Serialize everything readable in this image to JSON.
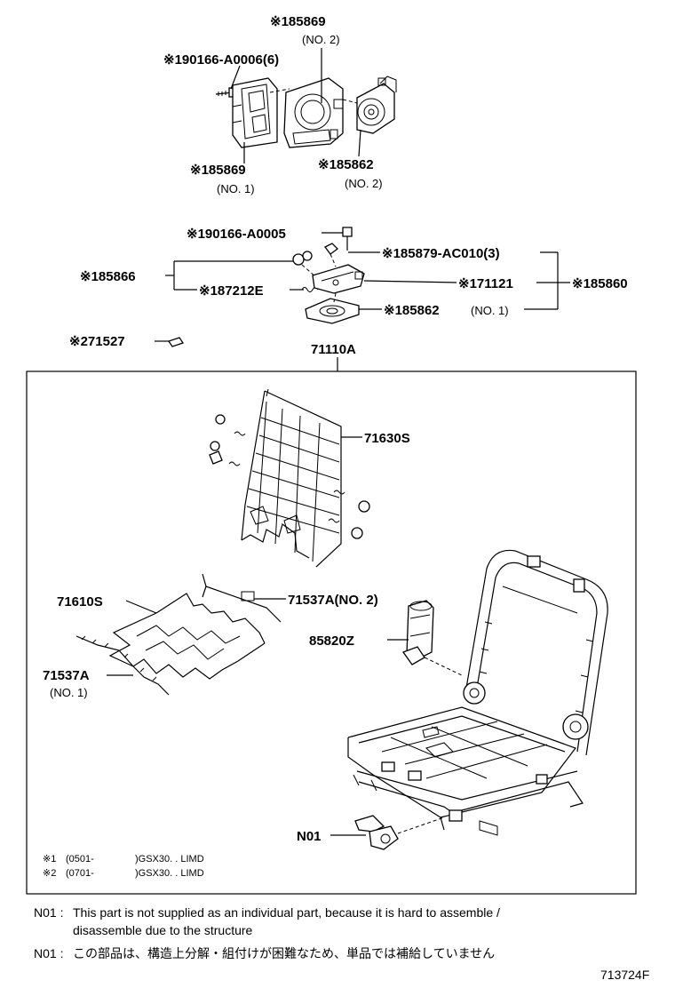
{
  "callouts": {
    "p185869_no2": {
      "code": "※185869",
      "sub": "(NO. 2)"
    },
    "p190166_a0006": "※190166-A0006(6)",
    "p185869_no1": {
      "code": "※185869",
      "sub": "(NO. 1)"
    },
    "p185862_no2": {
      "code": "※185862",
      "sub": "(NO. 2)"
    },
    "p190166_a0005": "※190166-A0005",
    "p185879_ac010": "※185879-AC010(3)",
    "p185866": "※185866",
    "p187212e": "※187212E",
    "p171121": "※171121",
    "p185860": "※185860",
    "p185862_no1": {
      "code": "※185862",
      "sub": "(NO. 1)"
    },
    "p271527": "※271527",
    "p71110a": "71110A",
    "p71630s": "71630S",
    "p71610s": "71610S",
    "p71537a_no2": "71537A(NO. 2)",
    "p85820z": "85820Z",
    "p71537a_no1": {
      "code": "71537A",
      "sub": "(NO. 1)"
    },
    "n01": "N01"
  },
  "legend": {
    "row1": {
      "mark": "※1",
      "range": "(0501-",
      "model": ")GSX30. . LIMD"
    },
    "row2": {
      "mark": "※2",
      "range": "(0701-",
      "model": ")GSX30. . LIMD"
    }
  },
  "notes": {
    "en_label": "N01 :",
    "en_line1": "This part is not supplied as an individual part, because it is hard to assemble /",
    "en_line2": "disassemble due to the structure",
    "jp_label": "N01 :",
    "jp_line1": "この部品は、構造上分解・組付けが困難なため、単品では補給していません"
  },
  "figure_id": "713724F"
}
